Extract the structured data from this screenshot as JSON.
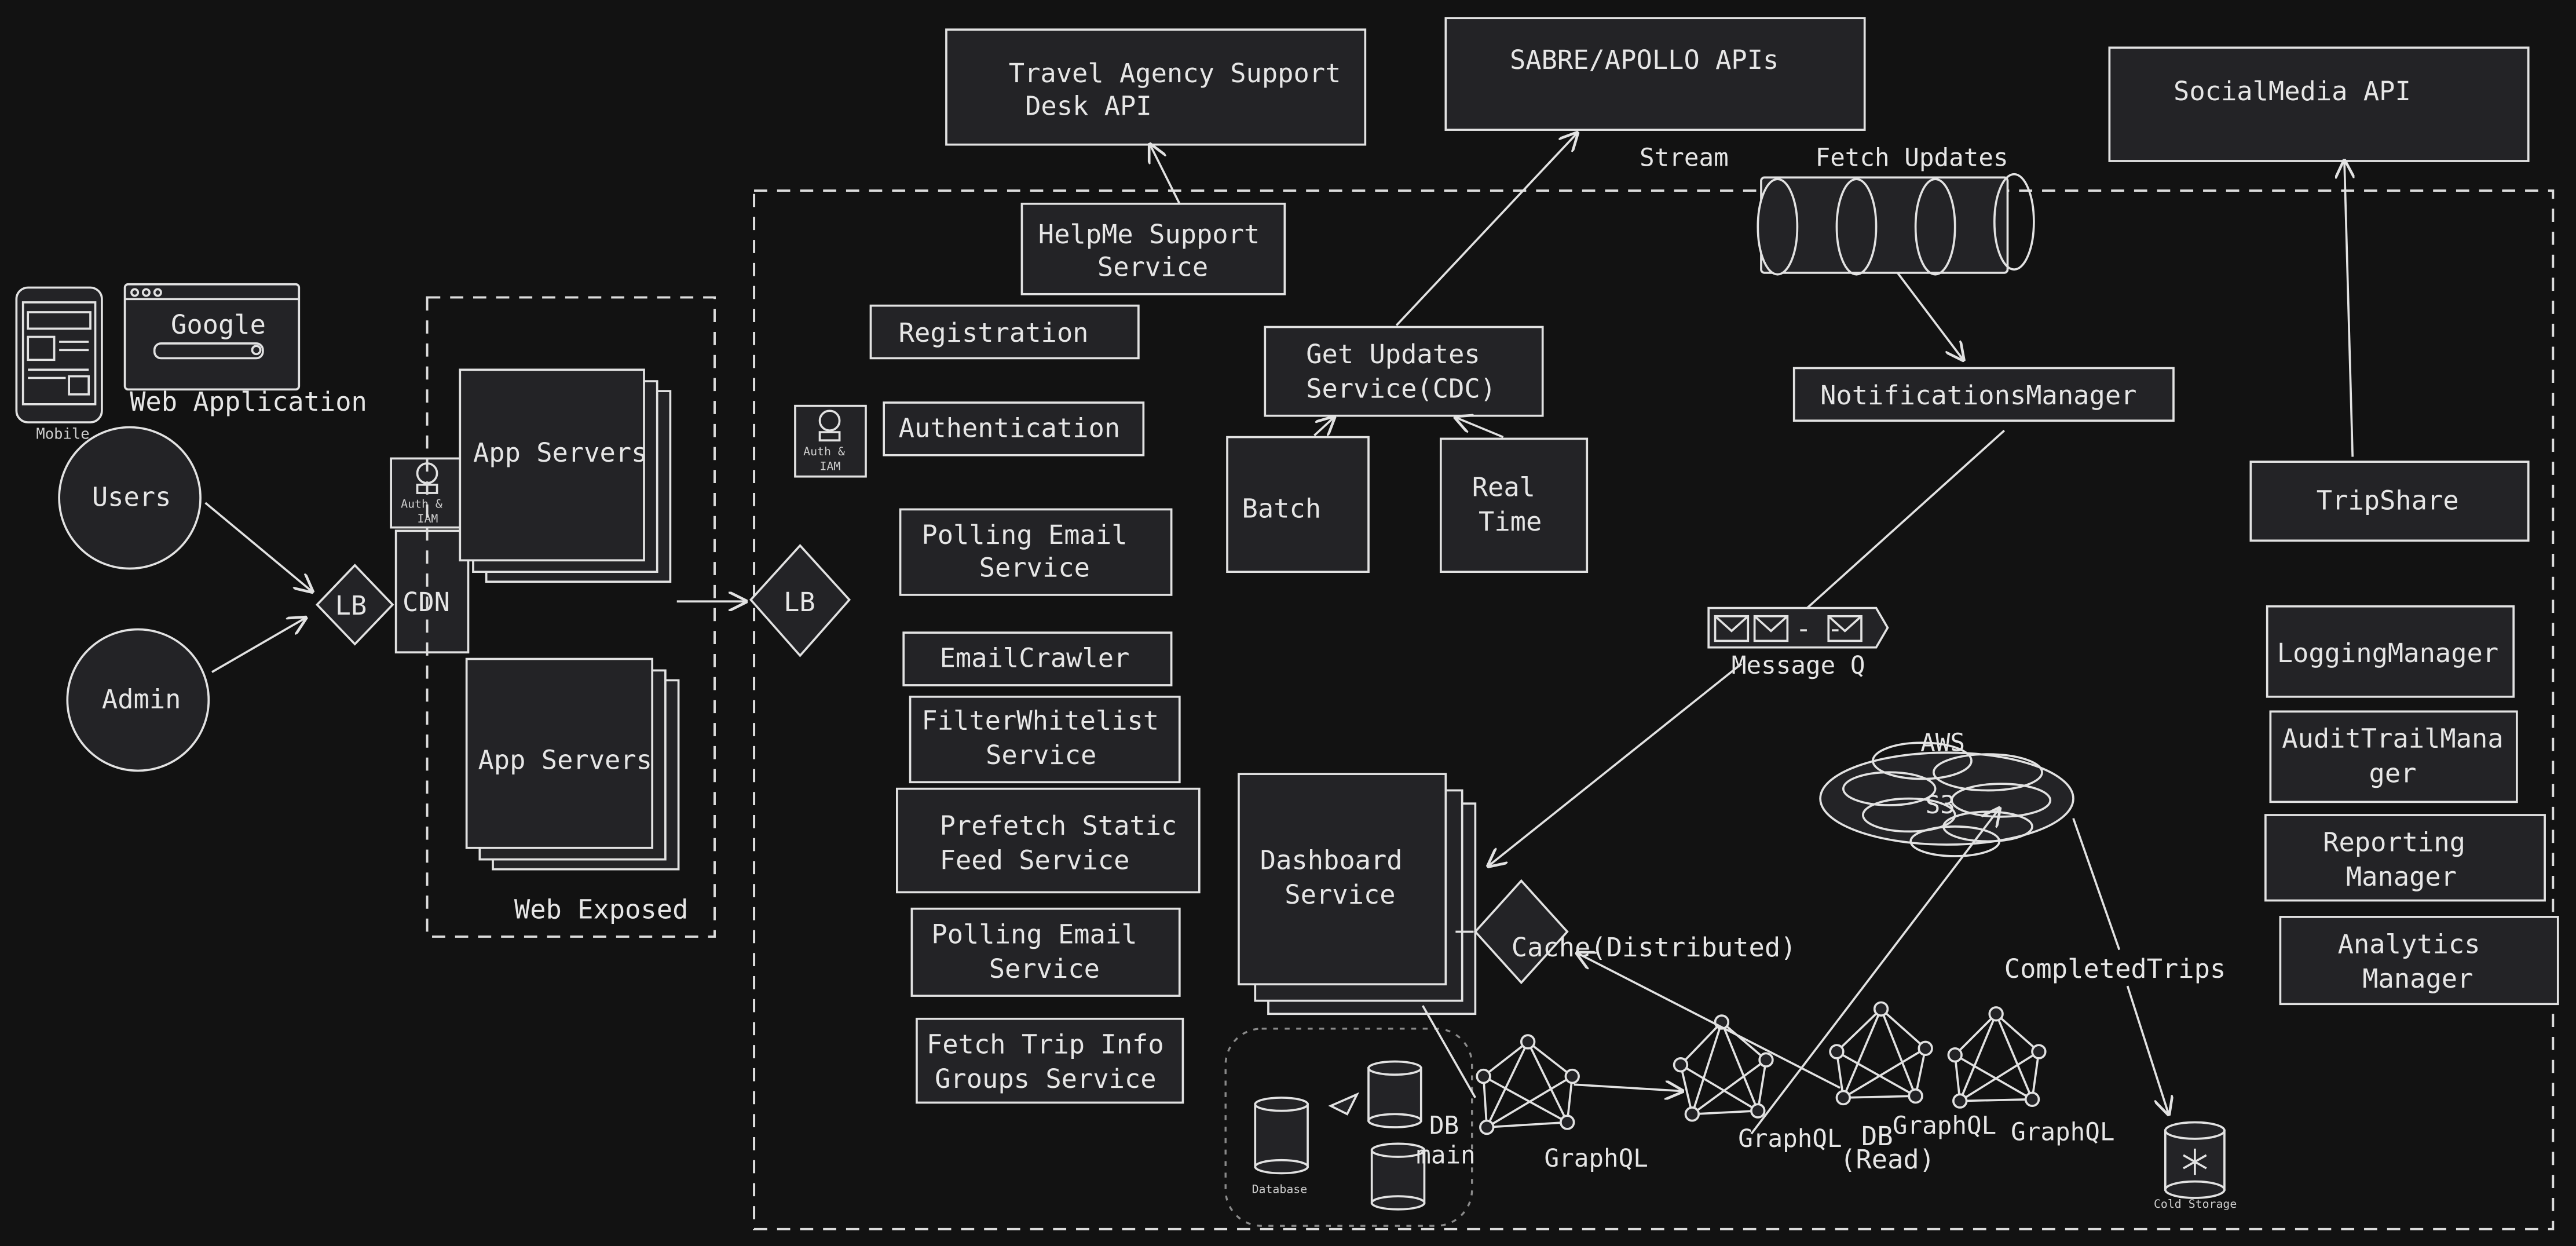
{
  "diagram": {
    "clients": {
      "mobile_label": "Mobile",
      "browser_text": "Google",
      "web_app_label": "Web Application",
      "users_label": "Users",
      "admin_label": "Admin"
    },
    "edge": {
      "lb_label": "LB",
      "cdn_label": "CDN",
      "auth_label_1": "Auth &",
      "auth_label_2": "IAM",
      "app_servers_1": "App Servers",
      "app_servers_2": "App Servers",
      "web_exposed_label": "Web Exposed"
    },
    "internal": {
      "lb_label": "LB",
      "auth_label_1": "Auth &",
      "auth_label_2": "IAM"
    },
    "external": {
      "travel_agency_l1": "Travel Agency Support",
      "travel_agency_l2": "Desk API",
      "sabre_label": "SABRE/APOLLO APIs",
      "social_media_label": "SocialMedia API"
    },
    "services": {
      "helpme_l1": "HelpMe Support",
      "helpme_l2": "Service",
      "registration": "Registration",
      "authentication": "Authentication",
      "polling_email_l1": "Polling Email",
      "polling_email_l2": "Service",
      "email_crawler": "EmailCrawler",
      "filter_whitelist_l1": "FilterWhitelist",
      "filter_whitelist_l2": "Service",
      "prefetch_l1": "Prefetch Static",
      "prefetch_l2": "Feed Service",
      "polling_email2_l1": "Polling Email",
      "polling_email2_l2": "Service",
      "fetch_trip_l1": "Fetch Trip Info",
      "fetch_trip_l2": "Groups Service",
      "get_updates_l1": "Get Updates",
      "get_updates_l2": "Service(CDC)",
      "batch": "Batch",
      "realtime_l1": "Real",
      "realtime_l2": "Time",
      "dashboard_l1": "Dashboard",
      "dashboard_l2": "Service",
      "stream_label": "Stream",
      "fetch_updates_label": "Fetch Updates",
      "notifications_manager": "NotificationsManager",
      "message_q": "Message Q",
      "aws_label": "AWS",
      "s3_label": "S3",
      "cache_label": "Cache(Distributed)",
      "completed_trips": "CompletedTrips",
      "db_label_1": "DB",
      "db_label_2": "main",
      "database_label": "Database",
      "graphql_1": "GraphQL",
      "graphql_2": "GraphQL",
      "graphql_3": "GraphQL",
      "graphql_4": "GraphQL",
      "db_read_l1": "DB",
      "db_read_l2": "(Read)",
      "cold_storage": "Cold Storage",
      "tripshare": "TripShare",
      "logging_manager": "LoggingManager",
      "audit_l1": "AuditTrailMana",
      "audit_l2": "ger",
      "reporting_l1": "Reporting",
      "reporting_l2": "Manager",
      "analytics_l1": "Analytics",
      "analytics_l2": "Manager"
    }
  }
}
